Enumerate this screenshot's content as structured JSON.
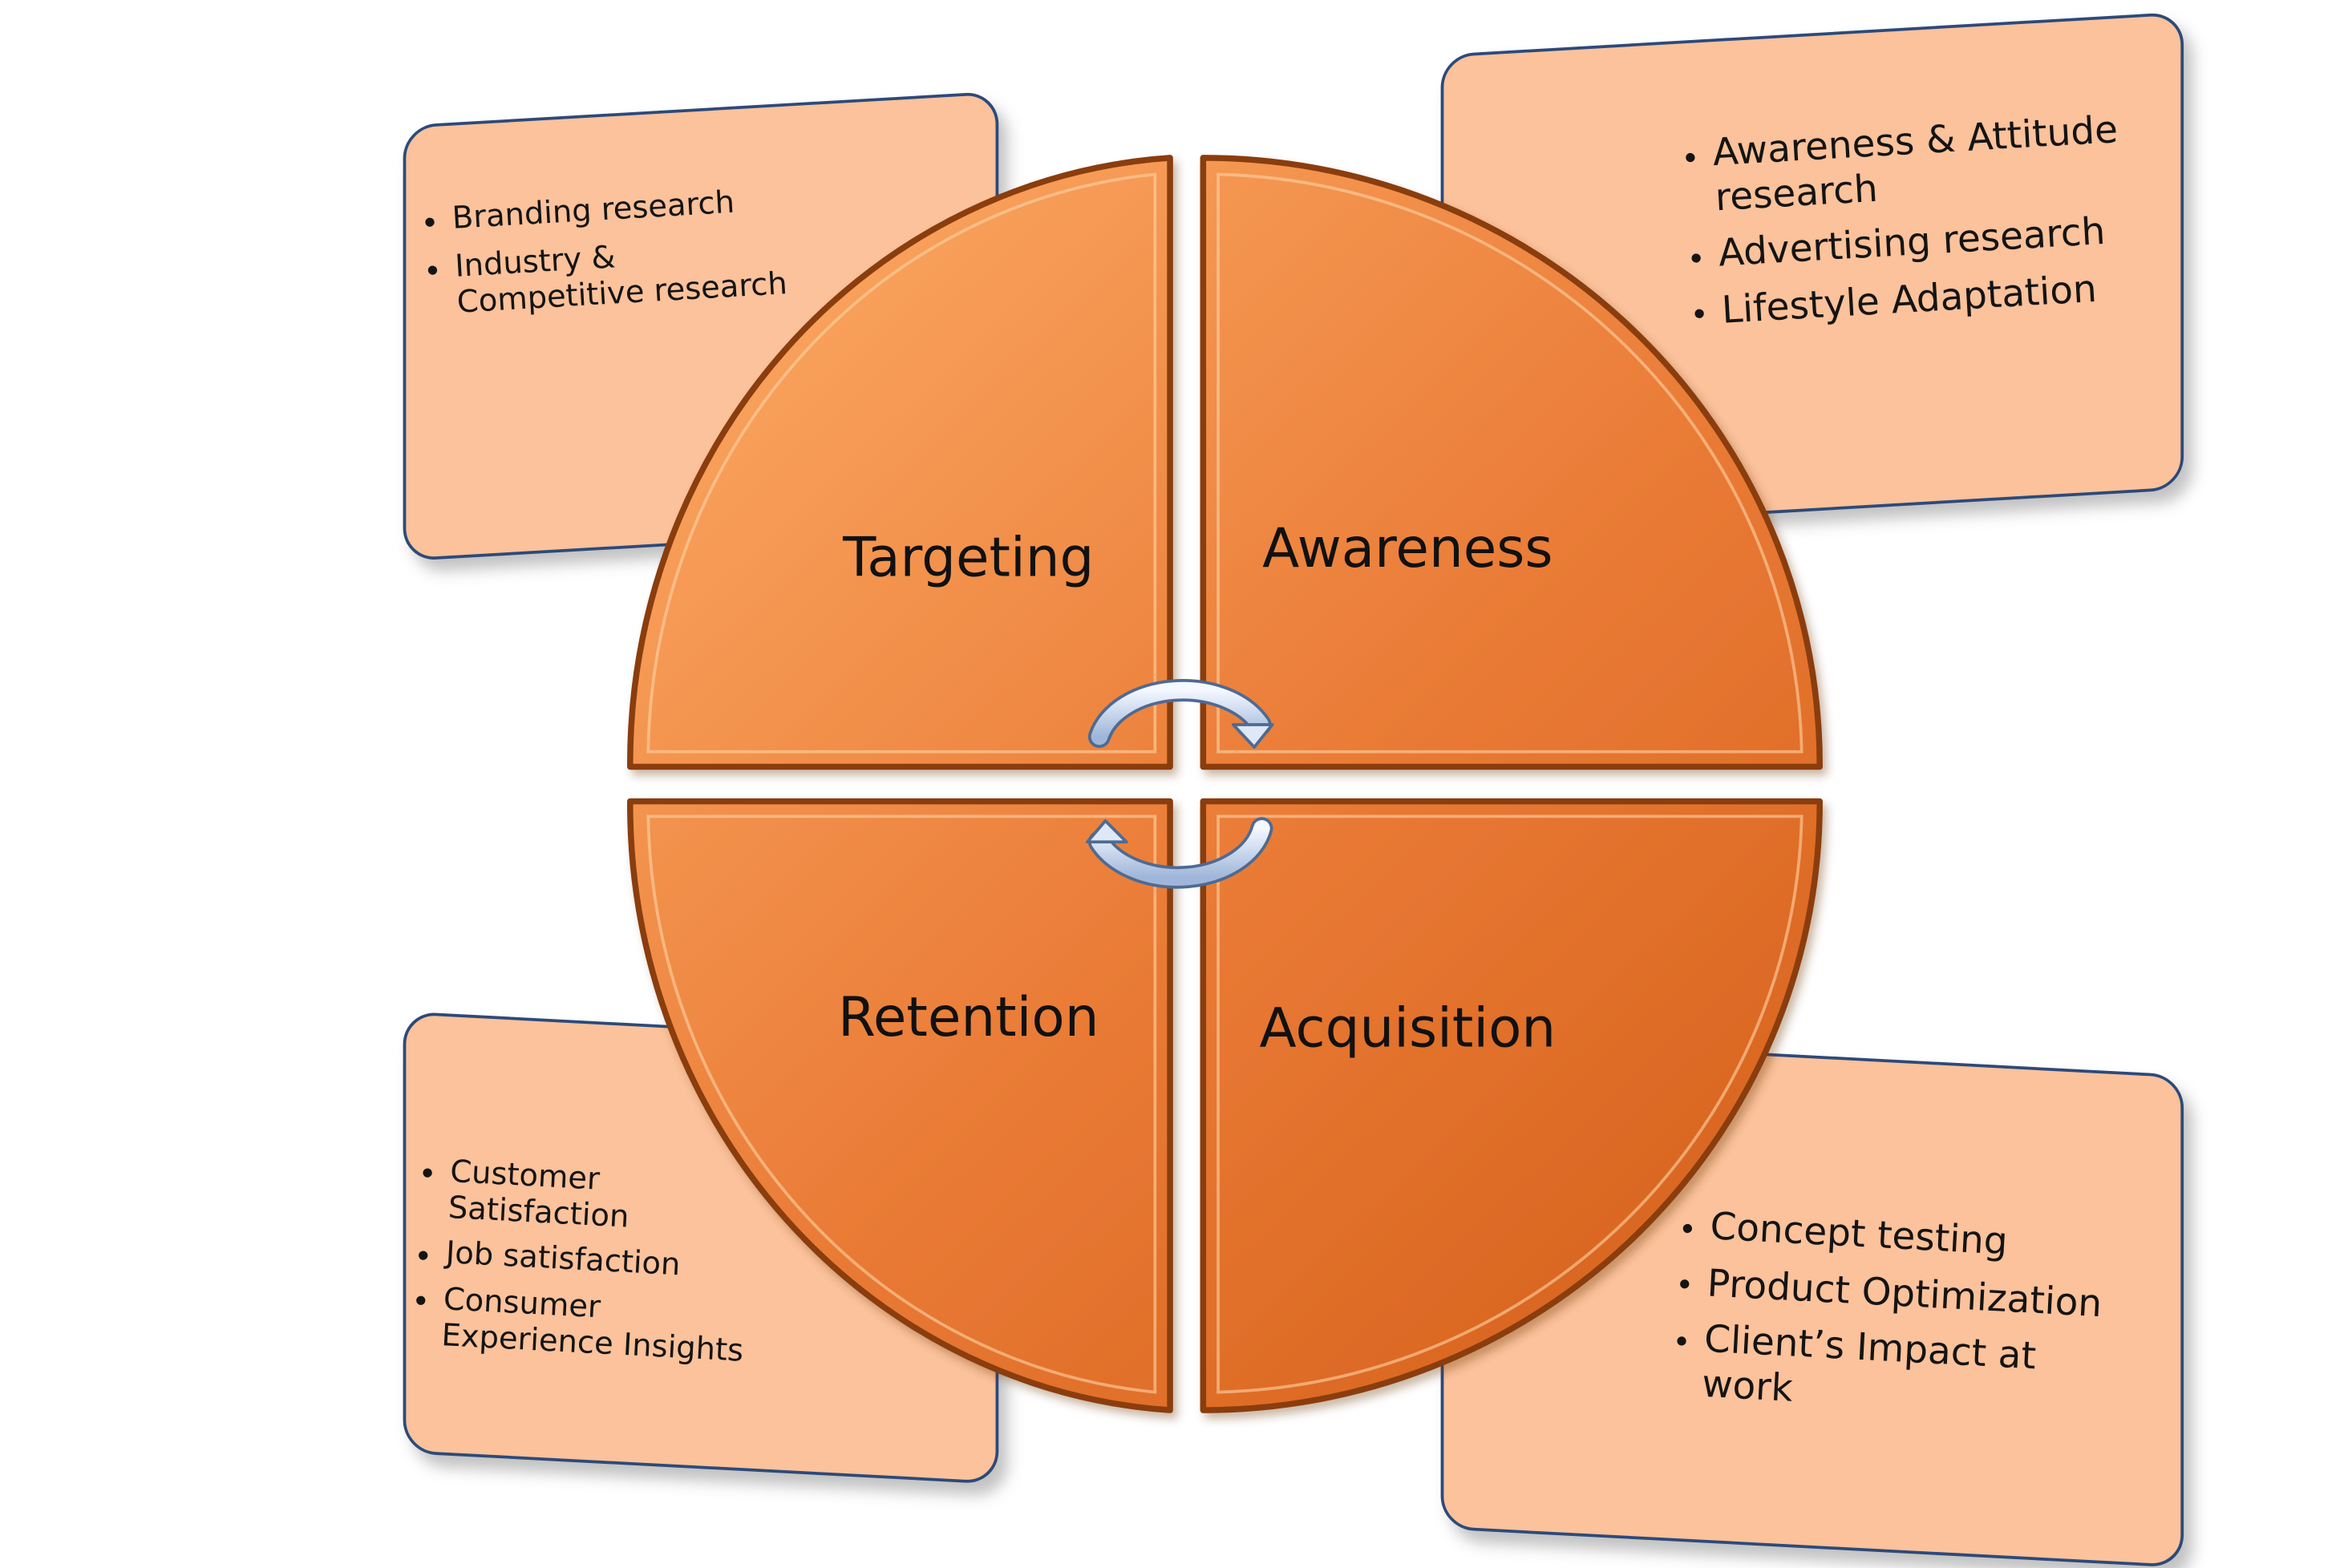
{
  "diagram": {
    "quadrants": [
      {
        "id": "targeting",
        "label": "Targeting"
      },
      {
        "id": "awareness",
        "label": "Awareness"
      },
      {
        "id": "retention",
        "label": "Retention"
      },
      {
        "id": "acquisition",
        "label": "Acquisition"
      }
    ],
    "colors": {
      "box_fill": "#fbc29b",
      "box_border": "#2c4a7a",
      "quadrant_light": "#fdad68",
      "quadrant_dark": "#d35e18",
      "quadrant_edge": "#8a3c10",
      "cycle_arrow": "#c8d8f0"
    }
  },
  "boxes": {
    "targeting": {
      "bullets": [
        "Branding research",
        "Industry & Competitive research"
      ]
    },
    "awareness": {
      "bullets": [
        "Awareness & Attitude research",
        "Advertising research",
        "Lifestyle Adaptation"
      ]
    },
    "retention": {
      "bullets": [
        "Customer Satisfaction",
        "Job satisfaction",
        "Consumer Experience Insights"
      ]
    },
    "acquisition": {
      "bullets": [
        "Concept testing",
        "Product Optimization",
        "Client’s Impact at work"
      ]
    }
  },
  "icons": {
    "top_cycle": "cycle-arrow-icon",
    "bottom_cycle": "cycle-arrow-icon"
  }
}
